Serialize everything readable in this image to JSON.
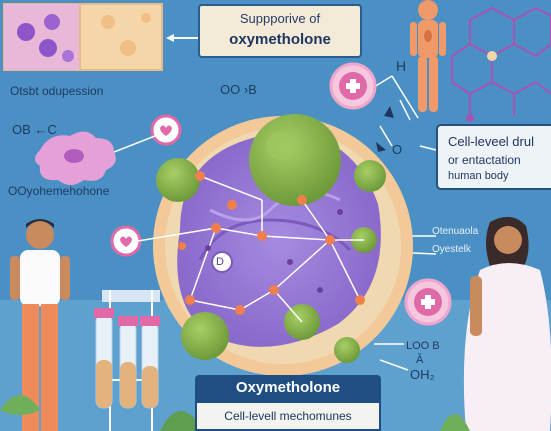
{
  "header": {
    "subtitle": "Suppporive of",
    "title": "oxymetholone"
  },
  "labels": {
    "top_left_caption": "Otsbt odupession",
    "oo_b": "OO ›B",
    "ob_c": "OB ←C",
    "left_name": "OOyohemehohone",
    "h_letter": "H",
    "o_letter": "O",
    "small_right_1": "Otenuaola",
    "small_right_2": "Oyestelk",
    "formula_1": "LOO B",
    "formula_2": "Ă",
    "formula_3": "OH₂",
    "d_letter": "D"
  },
  "card": {
    "line1": "Cell-leveel drul",
    "line2": "or entactation",
    "line3": "human body"
  },
  "footer": {
    "title": "Oxymetholone",
    "subtitle": "Cell-levell mechomunes"
  },
  "colors": {
    "background": "#4b90c4",
    "cell_purple": "#9b7ad6",
    "cell_ring": "#f3c99a",
    "organelle_green": "#8dbb4e",
    "accent_pink": "#e06aa8",
    "navy": "#1f4f82"
  },
  "icons": [
    "heart-icon",
    "plus-icon",
    "test-tube-icon",
    "human-figure-icon",
    "molecule-icon",
    "cell-icon"
  ]
}
